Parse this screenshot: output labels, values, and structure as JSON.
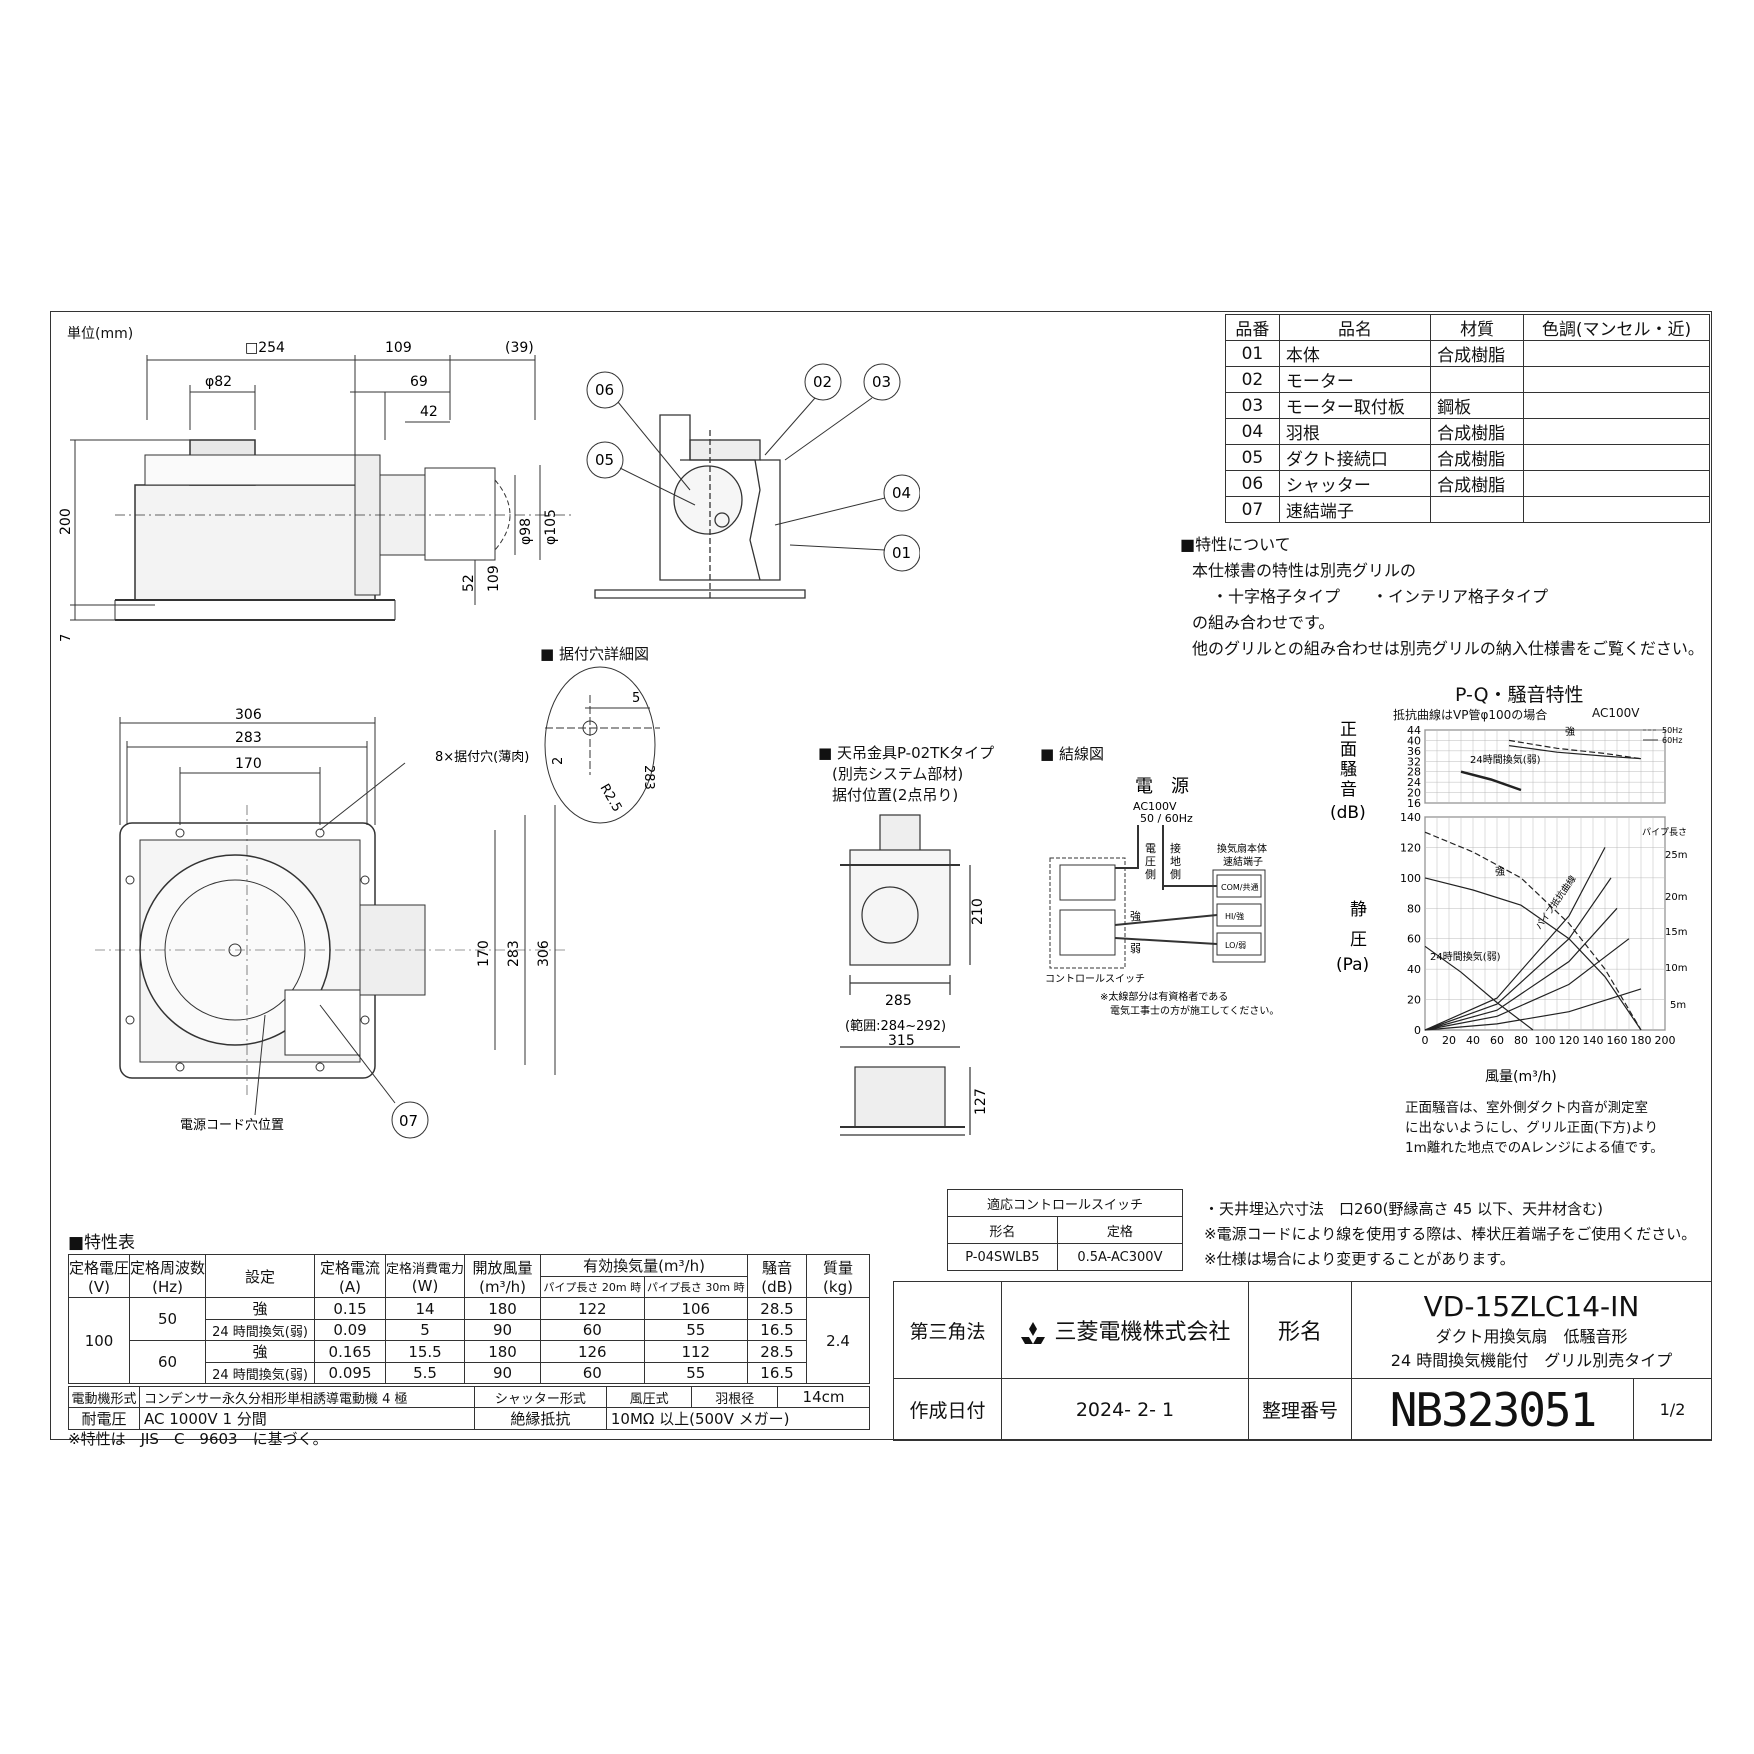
{
  "unit_label": "単位(mm)",
  "parts_table": {
    "headers": [
      "品番",
      "品名",
      "材質",
      "色調(マンセル・近)"
    ],
    "rows": [
      [
        "01",
        "本体",
        "合成樹脂",
        ""
      ],
      [
        "02",
        "モーター",
        "",
        ""
      ],
      [
        "03",
        "モーター取付板",
        "鋼板",
        ""
      ],
      [
        "04",
        "羽根",
        "合成樹脂",
        ""
      ],
      [
        "05",
        "ダクト接続口",
        "合成樹脂",
        ""
      ],
      [
        "06",
        "シャッター",
        "合成樹脂",
        ""
      ],
      [
        "07",
        "速結端子",
        "",
        ""
      ]
    ]
  },
  "features": {
    "heading": "■特性について",
    "lines": [
      "本仕様書の特性は別売グリルの",
      "・十字格子タイプ　　・インテリア格子タイプ",
      "の組み合わせです。",
      "他のグリルとの組み合わせは別売グリルの納入仕様書をご覧ください。"
    ]
  },
  "front_view": {
    "dim_254": "□254",
    "dim_109": "109",
    "dim_39": "(39)",
    "dim_82": "φ82",
    "dim_69": "69",
    "dim_42": "42",
    "dim_200": "200",
    "dim_98": "φ98",
    "dim_105": "φ105",
    "dim_52": "52",
    "dim_109b": "109",
    "dim_7": "7"
  },
  "section_view": {
    "callouts": [
      "06",
      "05",
      "02",
      "03",
      "04",
      "01"
    ]
  },
  "bottom_view": {
    "dim_306": "306",
    "dim_283": "283",
    "dim_170": "170",
    "dim_170v": "170",
    "dim_283v": "283",
    "dim_306v": "306",
    "holes_label": "8×据付穴(薄肉)",
    "cord_label": "電源コード穴位置",
    "callout_07": "07"
  },
  "hole_detail": {
    "title": "■ 据付穴詳細図",
    "dim_5": "5",
    "dim_2": "2",
    "dim_283": "283",
    "dim_r": "R2.5"
  },
  "hanger": {
    "title1": "■ 天吊金具P-02TKタイプ",
    "title2": "(別売システム部材)",
    "title3": "据付位置(2点吊り)",
    "dim_210": "210",
    "dim_285": "285",
    "range": "(範囲:284~292)",
    "dim_315": "315",
    "dim_127": "127"
  },
  "wiring": {
    "title": "■ 結線図",
    "power": "電　源",
    "power_spec1": "AC100V",
    "power_spec2": "50 / 60Hz",
    "v1": "電",
    "v2": "圧",
    "v3": "側",
    "g1": "接",
    "g2": "地",
    "g3": "側",
    "unit1": "換気扇本体",
    "unit2": "速結端子",
    "com": "COM/共通",
    "hi": "HI/強",
    "lo": "LO/弱",
    "strong": "強",
    "weak": "弱",
    "switch": "コントロールスイッチ",
    "note1": "※太線部分は有資格者である",
    "note2": "電気工事士の方が施工してください。"
  },
  "pq_chart": {
    "title": "P-Q・騒音特性",
    "resistance_note": "抵抗曲線はVP管φ100の場合",
    "ac": "AC100V",
    "noise_ylabel": [
      "正",
      "面",
      "騒",
      "音"
    ],
    "noise_unit": "(dB)",
    "pressure_ylabel": [
      "静",
      "圧"
    ],
    "pressure_unit": "(Pa)",
    "xlabel": "風量(m³/h)",
    "legend_50": "50Hz",
    "legend_60": "60Hz",
    "label_strong_noise": "強",
    "label_24h_noise": "24時間換気(弱)",
    "label_strong": "強",
    "label_24h": "24時間換気(弱)",
    "label_resist": "パイプ抵抗曲線",
    "label_pipe": "パイプ長さ",
    "pipe_labels": [
      "25m",
      "20m",
      "15m",
      "10m",
      "5m"
    ],
    "noise_ticks": [
      "44",
      "40",
      "36",
      "32",
      "28",
      "24",
      "20",
      "16"
    ],
    "pressure_ticks": [
      "140",
      "120",
      "100",
      "80",
      "60",
      "40",
      "20",
      "0"
    ],
    "x_ticks": [
      "0",
      "20",
      "40",
      "60",
      "80",
      "100",
      "120",
      "140",
      "160",
      "180",
      "200"
    ],
    "notes": [
      "正面騒音は、室外側ダクト内音が測定室",
      "に出ないようにし、グリル正面(下方)より",
      "1m離れた地点でのAレンジによる値です。"
    ]
  },
  "chart_data": {
    "type": "line",
    "title": "P-Q・騒音特性",
    "xlabel": "風量(m³/h)",
    "xlim": [
      0,
      200
    ],
    "panels": [
      {
        "ylabel": "正面騒音(dB)",
        "ylim": [
          16,
          44
        ],
        "series": [
          {
            "name": "強 50Hz",
            "x": [
              70,
              110,
              150,
              180
            ],
            "y": [
              40,
              37,
              35,
              33
            ]
          },
          {
            "name": "強 60Hz",
            "x": [
              70,
              110,
              150,
              180
            ],
            "y": [
              38,
              35.5,
              34,
              33
            ]
          },
          {
            "name": "24時間換気(弱)",
            "x": [
              30,
              55,
              80
            ],
            "y": [
              28,
              25,
              21
            ]
          }
        ]
      },
      {
        "ylabel": "静圧(Pa)",
        "ylim": [
          0,
          140
        ],
        "series": [
          {
            "name": "強 50Hz",
            "x": [
              0,
              40,
              80,
              120,
              150,
              180
            ],
            "y": [
              130,
              117,
              100,
              70,
              40,
              0
            ]
          },
          {
            "name": "強 60Hz",
            "x": [
              0,
              40,
              80,
              120,
              150,
              180
            ],
            "y": [
              100,
              92,
              82,
              60,
              35,
              0
            ]
          },
          {
            "name": "24時間換気(弱)",
            "x": [
              0,
              30,
              60,
              90
            ],
            "y": [
              55,
              38,
              18,
              0
            ]
          },
          {
            "name": "5m",
            "x": [
              0,
              60,
              120,
              180
            ],
            "y": [
              0,
              4,
              12,
              27
            ]
          },
          {
            "name": "10m",
            "x": [
              0,
              60,
              120,
              170
            ],
            "y": [
              0,
              9,
              30,
              60
            ]
          },
          {
            "name": "15m",
            "x": [
              0,
              60,
              120,
              160
            ],
            "y": [
              0,
              13,
              45,
              80
            ]
          },
          {
            "name": "20m",
            "x": [
              0,
              60,
              120,
              155
            ],
            "y": [
              0,
              17,
              60,
              100
            ]
          },
          {
            "name": "25m",
            "x": [
              0,
              60,
              120,
              150
            ],
            "y": [
              0,
              21,
              75,
              120
            ]
          }
        ]
      }
    ]
  },
  "spec_table": {
    "heading": "■特性表",
    "h_voltage": "定格電圧",
    "h_voltage_u": "(V)",
    "h_freq": "定格周波数",
    "h_freq_u": "(Hz)",
    "h_setting": "設定",
    "h_current": "定格電流",
    "h_current_u": "(A)",
    "h_power": "定格消費電力",
    "h_power_u": "(W)",
    "h_open": "開放風量",
    "h_open_u": "(m³/h)",
    "h_eff": "有効換気量(m³/h)",
    "h_eff20": "パイプ長さ 20m 時",
    "h_eff30": "パイプ長さ 30m 時",
    "h_noise": "騒音",
    "h_noise_u": "(dB)",
    "h_mass": "質量",
    "h_mass_u": "(kg)",
    "voltage": "100",
    "f50": "50",
    "f60": "60",
    "mass": "2.4",
    "rows": [
      [
        "強",
        "0.15",
        "14",
        "180",
        "122",
        "106",
        "28.5"
      ],
      [
        "24 時間換気(弱)",
        "0.09",
        "5",
        "90",
        "60",
        "55",
        "16.5"
      ],
      [
        "強",
        "0.165",
        "15.5",
        "180",
        "126",
        "112",
        "28.5"
      ],
      [
        "24 時間換気(弱)",
        "0.095",
        "5.5",
        "90",
        "60",
        "55",
        "16.5"
      ]
    ],
    "motor_l": "電動機形式",
    "motor_v": "コンデンサー永久分相形単相誘導電動機 4 極",
    "shutter_l": "シャッター形式",
    "shutter_v": "風圧式",
    "blade_l": "羽根径",
    "blade_v": "14cm",
    "withstand_l": "耐電圧",
    "withstand_v": "AC 1000V 1 分間",
    "insul_l": "絶縁抵抗",
    "insul_v": "10MΩ 以上(500V メガー)",
    "footnote": "※特性は　JIS　C　9603　に基づく。"
  },
  "switch_table": {
    "title": "適応コントロールスイッチ",
    "h1": "形名",
    "h2": "定格",
    "v1": "P-04SWLB5",
    "v2": "0.5A-AC300V"
  },
  "notes": [
    "・天井埋込穴寸法　口260(野縁高さ 45 以下、天井材含む)",
    "※電源コードにより線を使用する際は、棒状圧着端子をご使用ください。",
    "※仕様は場合により変更することがあります。"
  ],
  "title_block": {
    "projection": "第三角法",
    "company": "三菱電機株式会社",
    "model_label": "形名",
    "model": "VD-15ZLC14-IN",
    "desc1": "ダクト用換気扇　低騒音形",
    "desc2": "24 時間換気機能付　グリル別売タイプ",
    "date_label": "作成日付",
    "date": "2024-  2-  1",
    "number_label": "整理番号",
    "number": "NB323051",
    "page": "1/2"
  }
}
